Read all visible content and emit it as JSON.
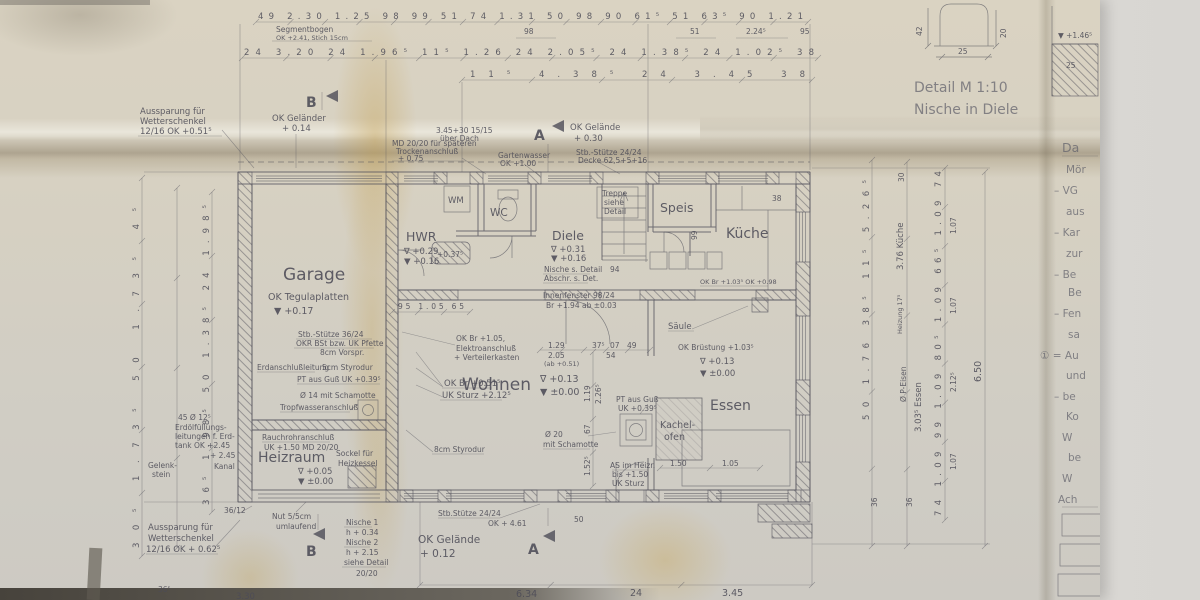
{
  "colors": {
    "paper": "#d7d1c2",
    "line": "#54535d",
    "stain": "#c1a468",
    "fold_shadow": "#8a7a5a"
  },
  "markers": {
    "section_b_top": "B",
    "section_a_top": "A",
    "section_a_bottom": "A",
    "section_b_bottom": "B"
  },
  "detail": {
    "title": "Detail  M 1:10",
    "subtitle": "Nische in Diele",
    "dim_left": "42",
    "dim_right": "20",
    "dim_bottom": "25",
    "level": "▼ +1.46⁵",
    "corner_dim": "25"
  },
  "rooms": {
    "garage": {
      "label": "Garage",
      "note": "OK Tegulaplatten",
      "level": "▼ +0.17"
    },
    "hwr": {
      "label": "HWR",
      "level_top": "∇ +0.29",
      "level_bottom": "▼ +0.16"
    },
    "wm": {
      "label": "WM"
    },
    "wc": {
      "label": "WC"
    },
    "diele": {
      "label": "Diele",
      "level_top": "∇ +0.31",
      "level_bottom": "▼ +0.16",
      "note_1": "Nische s. Detail",
      "note_2": "Abschr. s. Det."
    },
    "treppe": {
      "line_1": "Treppe",
      "line_2": "siehe",
      "line_3": "Detail"
    },
    "speis": {
      "label": "Speis"
    },
    "kueche": {
      "label": "Küche"
    },
    "wohnen": {
      "label": "Wohnen",
      "level_top": "∇ +0.13",
      "level_bottom": "▼ ±0.00"
    },
    "essen": {
      "label": "Essen",
      "level_top": "∇ +0.13",
      "level_bottom": "▼ ±0.00"
    },
    "heizraum": {
      "label": "Heizraum",
      "level_top": "∇ +0.05",
      "level_bottom": "▼ ±0.00"
    },
    "kachelofen": {
      "line_1": "Kachel-",
      "line_2": "ofen"
    }
  },
  "notes": {
    "segmentbogen_1": "Segmentbogen",
    "segmentbogen_2": "OK +2.41, Stich 15cm",
    "aussparung_top_1": "Aussparung für",
    "aussparung_top_2": "Wetterschenkel",
    "aussparung_top_3": "12/16  OK +0.51⁵",
    "gelaender_1": "OK Geländer",
    "gelaender_2": "+ 0.14",
    "ueberdach_1": "3.45+30  15/15",
    "ueberdach_2": "über Dach",
    "md2020_1": "MD 20/20 für späteren",
    "md2020_2": "Trockenanschluß",
    "md2020_3": "+ 0.75",
    "gartenwasser_1": "Gartenwasser",
    "gartenwasser_2": "OK +1.00",
    "gelaende_a_1": "OK Gelände",
    "gelaende_a_2": "+ 0.30",
    "stuetze_top_1": "Stb.-Stütze 24/24",
    "stuetze_top_2": "Decke 62,5+5+16",
    "stuetze36_1": "Stb.-Stütze 36/24",
    "stuetze36_2": "OKR BSt bzw. UK Pfette",
    "stuetze36_3": "8cm Vorspr.",
    "erdanschluss": "Erdanschlußleitung",
    "styrodur5": "5cm Styrodur",
    "pt_guss_a": "PT aus Guß UK +0.39⁵",
    "schamotte14": "Ø 14 mit Schamotte",
    "tropfwasser": "Tropfwasseranschluß",
    "elektro_1": "OK Br +1.05,",
    "elektro_2": "Elektroanschluß",
    "elektro_3": "+ Verteilerkasten",
    "innenfenster_1": "Innenfenster 98/24",
    "innenfenster_2": "Br +1.94  ab ±0.03",
    "nische_plus": "+0.37⁵",
    "saeule": "Säule",
    "bruestung": "OK Brüstung +1.03⁵",
    "okbr_kueche": "OK Br +1.03⁵   OK +0.98",
    "okbr_1": "OK Br +0.51⁵",
    "okbr_2": "UK Sturz +2.12⁵",
    "styrodur8": "8cm Styrodur",
    "schamotte20_1": "Ø 20",
    "schamotte20_2": "mit Schamotte",
    "pt_guss_b_1": "PT aus Guß",
    "pt_guss_b_2": "UK +0.39⁵",
    "as_heizr_1": "AS im Heizr.",
    "as_heizr_2": "bis +1.50",
    "as_heizr_3": "UK Sturz",
    "rauchrohr_1": "Rauchrohranschluß",
    "rauchrohr_2": "UK +1.50  MD 20/20",
    "sockel_1": "Sockel für",
    "sockel_2": "Heizkessel",
    "erdoel_1": "45 Ø 12⁵",
    "erdoel_2": "Erdölfüllungs-",
    "erdoel_3": "leitungen f. Erd-",
    "erdoel_4": "tank  OK +2.45",
    "plus245": "+ 2.45",
    "kanal": "Kanal",
    "gelenkstein_1": "Gelenk-",
    "gelenkstein_2": "stein",
    "nut55_1": "Nut 5/5cm",
    "nut55_2": "umlaufend",
    "dim3612": "36/12",
    "nische12_1": "Nische 1",
    "nische12_2": "h + 0.34",
    "nische12_3": "Nische 2",
    "nische12_4": "h + 2.15",
    "nische12_5": "siehe Detail",
    "dim2020": "20/20",
    "stuetze_bot_1": "Stb.Stütze 24/24",
    "stuetze_bot_2": "OK + 4.61",
    "gelaende_b_1": "OK Gelände",
    "gelaende_b_2": "+ 0.12",
    "aussparung_bot_1": "Aussparung für",
    "aussparung_bot_2": "Wetterschenkel",
    "aussparung_bot_3": "12/16 OK + 0.62⁵"
  },
  "dims": {
    "top_row_1": [
      "49",
      "2.30",
      "1.25",
      "98",
      "99",
      "51",
      "74",
      "1.31",
      "50",
      "98",
      "90",
      "61⁵",
      "51",
      "63⁵",
      "90",
      "1.21"
    ],
    "top_row_2_a": "98",
    "top_row_2_b": "51",
    "top_row_2_c": "2.24⁵",
    "top_row_2_d": "95",
    "top_row_3": [
      "24",
      "3.20",
      "24",
      "1.96⁵",
      "11⁵",
      "1.26",
      "24",
      "2.05⁵",
      "24",
      "1.38⁵",
      "24",
      "1.02⁵",
      "38"
    ],
    "top_row_4": [
      "11⁵",
      "4.38⁵",
      "24",
      "3.45",
      "38"
    ],
    "bottom_1": "6.34",
    "bottom_2": "24",
    "bottom_3": "3.45",
    "bottom_left": "3.30",
    "bottom_left_2": "36⁵",
    "bottom_50": "50",
    "left_col_a": [
      "36⁵",
      "1.98⁵",
      "50",
      "1.38⁵",
      "24",
      "1.98⁵"
    ],
    "left_col_b": [
      "30⁵",
      "1.73⁵",
      "50",
      "1.73⁵",
      "4⁵"
    ],
    "right_col_a": [
      "50",
      "1.76",
      "38⁵",
      "11⁵",
      "5.26⁵"
    ],
    "right_col_b_1": "30",
    "right_col_b_2": "3.76  Küche",
    "right_col_b_3": "Heizung 17⁵",
    "right_col_b_4": "Ø P-Eisen",
    "right_col_b_5": "3.03⁵  Essen",
    "right_col_c": [
      "74",
      "1.09",
      "99",
      "1.09",
      "80⁵",
      "1.09",
      "66⁵",
      "1.09",
      "74"
    ],
    "right_col_c2_1": "1.07",
    "right_col_c2_2": "1.07",
    "right_col_c2_3": "2.12⁵",
    "right_col_c2_4": "1.07",
    "right_36_a": "36",
    "right_36_b": "36",
    "right_total": "6.50",
    "inner_fenster_1": "1.29",
    "inner_fenster_2": "2.05",
    "inner_fenster_3": "(ab +0.51)",
    "inner_fenster_4": "37⁵",
    "inner_fenster_5": "07",
    "inner_fenster_6": "54",
    "inner_fenster_7": "49",
    "inner_94": "94",
    "inner_119": "1.19",
    "inner_226": "2.26⁵",
    "inner_67": "67",
    "inner_152": "1.52⁵",
    "inner_150": "1.50",
    "inner_105": "1.05",
    "inner_hwr": [
      "95",
      "1.05",
      "65"
    ],
    "inner_99": "99",
    "inner_38": "38"
  },
  "margin": {
    "lines": [
      "Da",
      "Mör",
      "– VG",
      "aus",
      "– Kar",
      "zur",
      "– Be",
      "Be",
      "– Fen",
      "sa",
      "① = Au",
      "und",
      "– be",
      "Ko",
      "W",
      "be",
      "W",
      "Ach"
    ]
  }
}
